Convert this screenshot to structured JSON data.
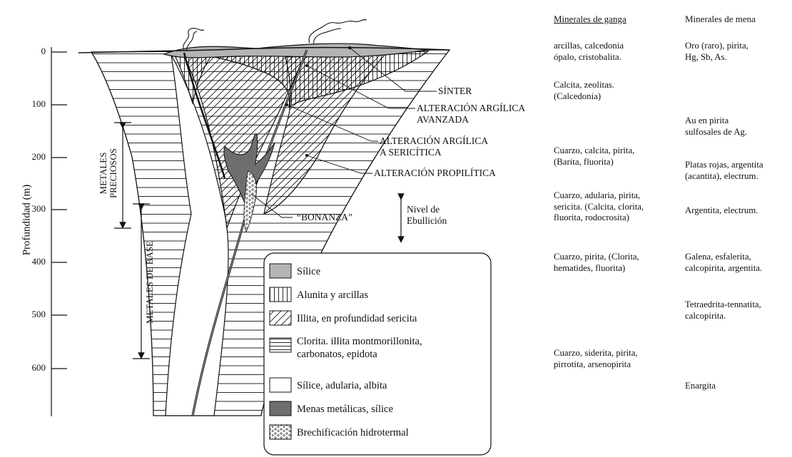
{
  "y_axis": {
    "label": "Profundidad (m)",
    "ticks": [
      "0",
      "100",
      "200",
      "300",
      "400",
      "500",
      "600"
    ]
  },
  "bracket_labels": {
    "metales_preciosos": "METALES\nPRECIOSOS",
    "metales_de_base": "METALES DE BASE"
  },
  "zone_labels": {
    "sinter": "SÍNTER",
    "argilica_avanzada": "ALTERACIÓN ARGÍLICA\nAVANZADA",
    "argilica_sericitica": "ALTERACIÓN ARGÍLICA\nA SERICÍTICA",
    "propilitica": "ALTERACIÓN PROPILÍTICA",
    "bonanza": "“BONANZA”",
    "ebullicion": "Nivel de\nEbullición"
  },
  "columns": {
    "ganga_header": "Minerales de ganga",
    "mena_header": "Minerales de mena",
    "ganga": [
      "arcillas, calcedonia\nópalo, cristobalita.",
      "Calcita, zeolitas.\n(Calcedonia)",
      "Cuarzo, calcita, pirita,\n(Barita, fluorita)",
      "Cuarzo, adularia, pirita,\nsericita. (Calcita, clorita,\nfluorita, rodocrosita)",
      "Cuarzo, pirita, (Clorita,\nhematides, fluorita)",
      "Cuarzo, siderita, pirita,\npirrotita, arsenopirita"
    ],
    "mena": [
      "Oro (raro), pirita,\nHg, Sb, As.",
      "Au en pirita\nsulfosales de Ag.",
      "Platas rojas, argentita\n(acantita), electrum.",
      "Argentita, electrum.",
      "Galena, esfalerita,\ncalcopirita, argentita.",
      "Tetraedrita-tennatita,\ncalcopirita.",
      "Enargita"
    ]
  },
  "legend": [
    {
      "label": "Sílice",
      "pattern": "silice"
    },
    {
      "label": "Alunita y arcillas",
      "pattern": "alunita"
    },
    {
      "label": "Illita, en profundidad sericita",
      "pattern": "illita"
    },
    {
      "label": "Clorita. illita montmorillonita,\ncarbonatos, epidota",
      "pattern": "clorita"
    },
    {
      "label": "Sílice, adularia, albita",
      "pattern": "blank"
    },
    {
      "label": "Menas metálicas, sílice",
      "pattern": "menas"
    },
    {
      "label": "Brechificación hidrotermal",
      "pattern": "brecha"
    }
  ],
  "colors": {
    "silice": "#b4b4b4",
    "menas": "#6e6e6e",
    "line": "#111111"
  }
}
